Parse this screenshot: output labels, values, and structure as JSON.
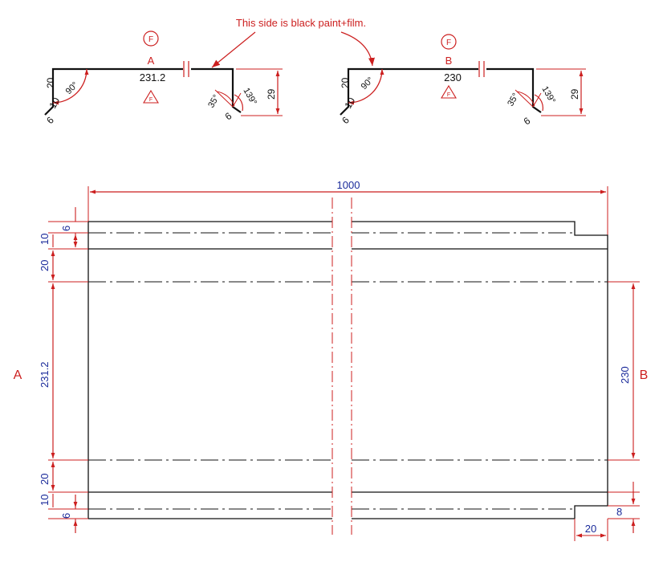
{
  "colors": {
    "dimension": "#cc1f1f",
    "dimension_text": "#1a2a9a",
    "outline": "#111111"
  },
  "profile_a": {
    "section_label": "A",
    "length": "231.2",
    "flange_20": "20",
    "hem_10": "10",
    "hem_6": "6",
    "angle_90": "90°",
    "angle_35": "35°",
    "angle_139": "139°",
    "lip_6": "6",
    "height_29": "29",
    "marker_circle": "F",
    "marker_triangle": "F"
  },
  "profile_b": {
    "section_label": "B",
    "length": "230",
    "flange_20": "20",
    "hem_10": "10",
    "hem_6": "6",
    "angle_90": "90°",
    "angle_35": "35°",
    "angle_139": "139°",
    "lip_6": "6",
    "height_29": "29",
    "marker_circle": "F",
    "marker_triangle": "F"
  },
  "annotation": "This side is black paint+film.",
  "plan": {
    "width_dim": "1000",
    "left_dims": {
      "d6_top": "6",
      "d10_top": "10",
      "d20_top": "20",
      "d231": "231.2",
      "d20_bottom": "20",
      "d10_bottom": "10",
      "d6_bottom": "6"
    },
    "right_dims": {
      "d230": "230",
      "d8": "8",
      "d20_notch": "20"
    },
    "side_label_a": "A",
    "side_label_b": "B"
  }
}
